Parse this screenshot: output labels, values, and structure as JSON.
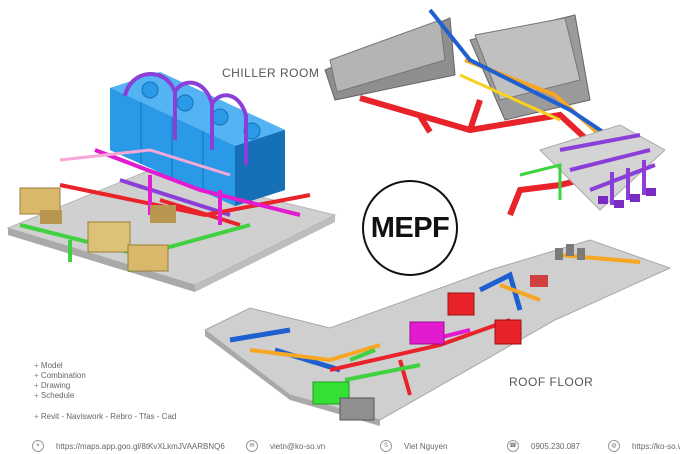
{
  "labels": {
    "chiller_room": "CHILLER ROOM",
    "roof_floor": "ROOF FLOOR",
    "badge": "MEPF"
  },
  "services": [
    "Model",
    "Combination",
    "Drawing",
    "Schedule"
  ],
  "software": "Revit - Naviswork - Rebro - Tfas - Cad",
  "contacts": {
    "map": "https://maps.app.goo.gl/8tKvXLkmJVAARBNQ6",
    "email": "vietn@ko-so.vn",
    "skype": "Viet Nguyen",
    "phone": "0905.230.087",
    "web": "https://ko-so.vn"
  },
  "colors": {
    "duct_blue": "#1f8fe0",
    "pipe_red": "#e8232a",
    "pipe_green": "#3fd13f",
    "pipe_magenta": "#e21ad0",
    "pipe_purple": "#8a3fd8",
    "pipe_orange": "#f5a623",
    "pipe_yellow": "#f7d21e",
    "equipment_gray": "#9a9a9a",
    "floor_gray": "#c8c8c8"
  }
}
